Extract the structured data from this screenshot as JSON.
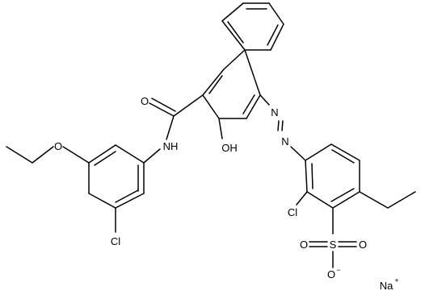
{
  "molecule": {
    "atom_labels": {
      "oxygen_carbonyl": "O",
      "amide_nh": "NH",
      "hydroxyl": "OH",
      "azo_n1": "N",
      "azo_n2": "N",
      "ether_oxygen": "O",
      "chloro_left": "Cl",
      "chloro_right": "Cl",
      "sulfur": "S",
      "sulfonyl_o_left": "O",
      "sulfonyl_o_right": "O",
      "sulfonate_o": "O",
      "sulfonate_charge": "−",
      "sodium": "Na",
      "sodium_charge": "+"
    }
  }
}
